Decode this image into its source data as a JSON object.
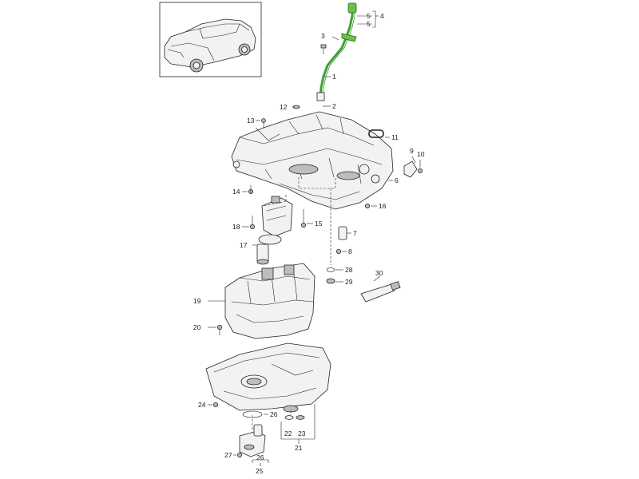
{
  "labels": {
    "l1": "1",
    "l2": "2",
    "l3": "3",
    "l4": "4",
    "l5a": "5",
    "l5b": "5",
    "l6": "6",
    "l7": "7",
    "l8": "8",
    "l9": "9",
    "l10": "10",
    "l11": "11",
    "l12": "12",
    "l13": "13",
    "l14": "14",
    "l15": "15",
    "l16": "16",
    "l17": "17",
    "l18": "18",
    "l19": "19",
    "l20": "20",
    "l21": "21",
    "l22": "22",
    "l23": "23",
    "l24": "24",
    "l25": "25",
    "l26a": "26",
    "l26b": "26",
    "l27": "27",
    "l28": "28",
    "l29": "29",
    "l30": "30"
  },
  "colors": {
    "highlight_part": "#6fbf4a",
    "line": "#222222",
    "background": "#ffffff"
  }
}
